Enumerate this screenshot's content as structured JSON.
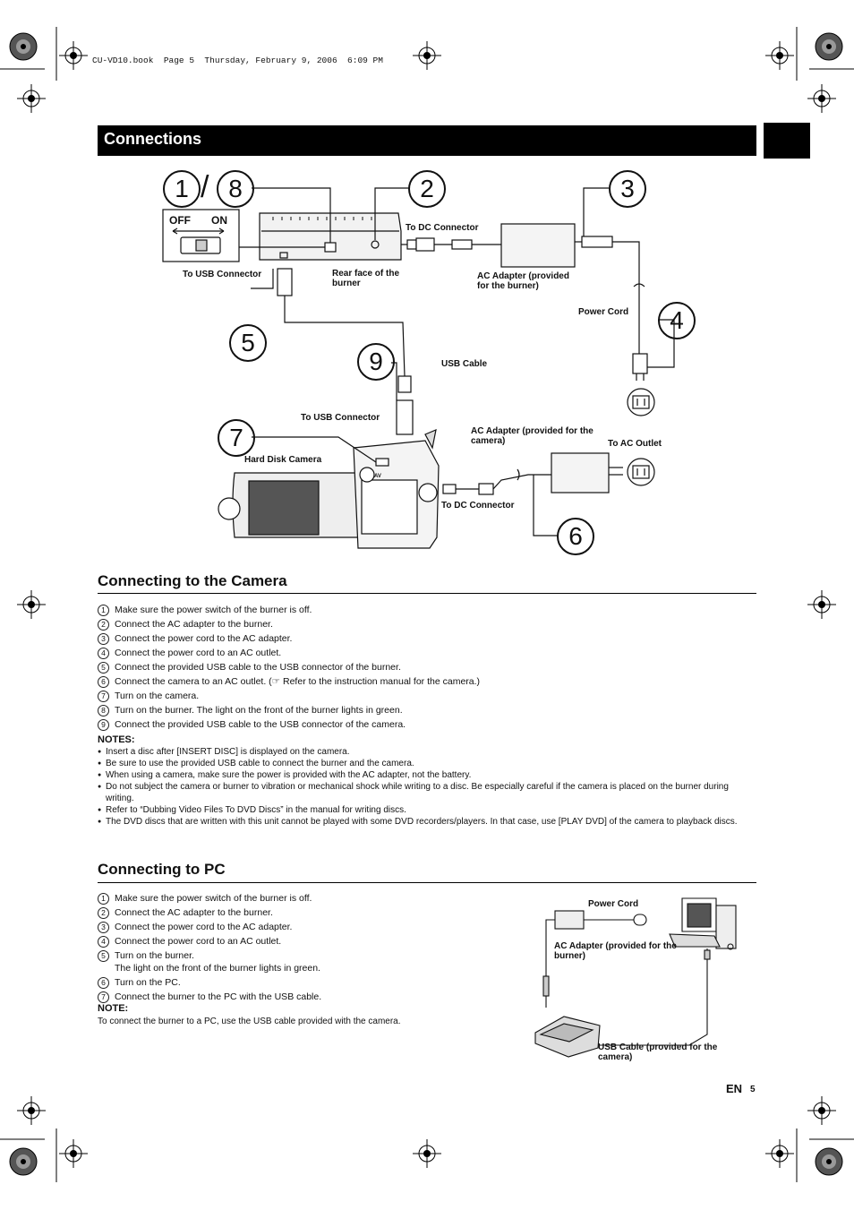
{
  "header_line": "CU-VD10.book  Page 5  Thursday, February 9, 2006  6:09 PM",
  "section_title": "Connections",
  "diagram1": {
    "callouts": [
      "1",
      "8",
      "2",
      "3",
      "4",
      "5",
      "9",
      "7",
      "6"
    ],
    "switch_off": "OFF",
    "switch_on": "ON",
    "labels": {
      "to_dc_connector_top": "To DC Connector",
      "to_usb_connector_burner": "To USB Connector",
      "rear_face": "Rear face of the burner",
      "ac_adapter_burner": "AC Adapter (provided for the burner)",
      "power_cord": "Power Cord",
      "usb_cable": "USB Cable",
      "to_usb_connector_camera": "To USB Connector",
      "ac_adapter_camera": "AC Adapter (provided for the camera)",
      "to_ac_outlet": "To AC Outlet",
      "hard_disk_camera": "Hard Disk Camera",
      "to_dc_connector_bottom": "To DC Connector",
      "av_mark": "AV"
    }
  },
  "camera_section": {
    "title": "Connecting to the Camera",
    "steps": [
      {
        "n": "1",
        "text": "Make sure the power switch of the burner is off."
      },
      {
        "n": "2",
        "text": "Connect the AC adapter to the burner."
      },
      {
        "n": "3",
        "text": "Connect the power cord to the AC adapter."
      },
      {
        "n": "4",
        "text": "Connect the power cord to an AC outlet."
      },
      {
        "n": "5",
        "text": "Connect the provided USB cable to the USB connector of the burner."
      },
      {
        "n": "6",
        "text": "Connect the camera to an AC outlet. (☞ Refer to the instruction manual for the camera.)"
      },
      {
        "n": "7",
        "text": "Turn on the camera."
      },
      {
        "n": "8",
        "text": "Turn on the burner. The light on the front of the burner lights in green."
      },
      {
        "n": "9",
        "text": "Connect the provided USB cable to the USB connector of the camera."
      }
    ],
    "notes_title": "NOTES:",
    "notes": [
      "Insert a disc after [INSERT DISC] is displayed on the camera.",
      "Be sure to use the provided USB cable to connect the burner and the camera.",
      "When using a camera, make sure the power is provided with the AC adapter, not the battery.",
      "Do not subject the camera or burner to vibration or mechanical shock while writing to a disc. Be especially careful if the camera is placed on the burner during writing.",
      "Refer to “Dubbing Video Files To DVD Discs” in the manual for writing discs.",
      "The DVD discs that are written with this unit cannot be played with some DVD recorders/players. In that case, use [PLAY DVD] of the camera to playback discs."
    ]
  },
  "pc_section": {
    "title": "Connecting to PC",
    "steps": [
      {
        "n": "1",
        "text": "Make sure the power switch of the burner is off."
      },
      {
        "n": "2",
        "text": "Connect the AC adapter to the burner."
      },
      {
        "n": "3",
        "text": "Connect the power cord to the AC adapter."
      },
      {
        "n": "4",
        "text": "Connect the power cord to an AC outlet."
      },
      {
        "n": "5",
        "text": "Turn on the burner.",
        "text2": "The light on the front of the burner lights in green."
      },
      {
        "n": "6",
        "text": "Turn on the PC."
      },
      {
        "n": "7",
        "text": "Connect the burner to the PC with the USB cable."
      }
    ],
    "note_title": "NOTE:",
    "note": "To connect the burner to a PC, use the USB cable provided with the camera.",
    "diagram_labels": {
      "power_cord": "Power Cord",
      "ac_adapter": "AC Adapter (provided for the burner)",
      "usb_cable": "USB Cable (provided for the camera)"
    }
  },
  "footer": {
    "lang": "EN",
    "page": "5"
  }
}
